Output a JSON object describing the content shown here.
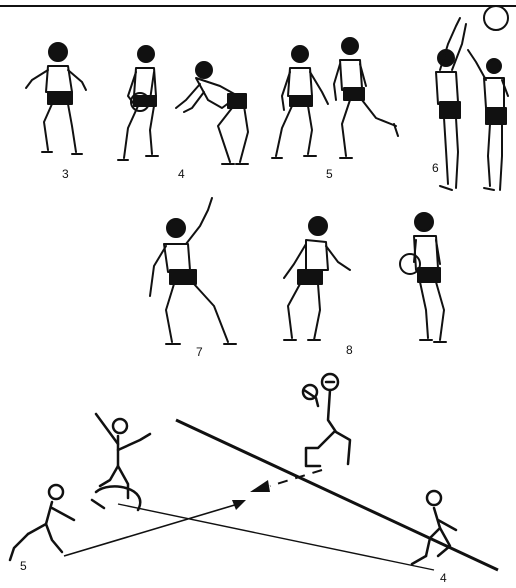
{
  "figure_labels": {
    "fig3": "3",
    "fig4": "4",
    "fig5": "5",
    "fig6": "6",
    "fig7": "7",
    "fig8": "8"
  },
  "diagram_labels": {
    "player5": "5",
    "player4": "4"
  },
  "colors": {
    "ink": "#111111",
    "paper": "#ffffff"
  }
}
